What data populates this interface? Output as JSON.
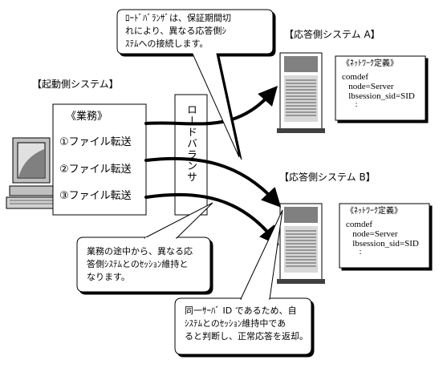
{
  "labels": {
    "initiating_system": "【起動側システム】",
    "responding_a": "【応答側システム A】",
    "responding_b": "【応答側システム B】"
  },
  "tasks": {
    "title": "《業務》",
    "items": [
      "①ファイル転送",
      "②ファイル転送",
      "③ファイル転送"
    ]
  },
  "load_balancer": "ロードバランサ",
  "bubbles": {
    "top": "ﾛｰﾄﾞﾊﾞﾗﾝｻﾞは、保証期間切\nれにより、異なる応答側ｼ\nｽﾃﾑへの接続します。",
    "middle": "業務の途中から、異なる応\n答側ｼｽﾃﾑとのｾｯｼｮﾝ維持と\nなります。",
    "bottom": "同一ｻｰﾊﾞ ID であるため、自\nｼｽﾃﾑとのｾｯｼｮﾝ維持中であ\nると判断し、正常応答を返却。"
  },
  "network_def_a": {
    "title": "《ﾈｯﾄﾜｰｸ定義》",
    "lines": [
      "comdef",
      "   node=Server",
      "   lbsession_sid=SID",
      "      :"
    ]
  },
  "network_def_b": {
    "title": "《ﾈｯﾄﾜｰｸ定義》",
    "lines": [
      "comdef",
      "   node=Server",
      "   lbsession_sid=SID",
      "      :"
    ]
  }
}
